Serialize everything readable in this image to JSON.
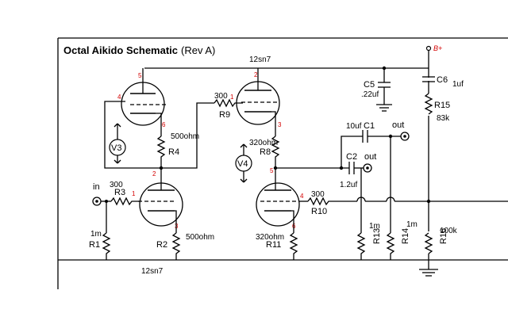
{
  "title": {
    "bold": "Octal Aikido Schematic",
    "rev": "(Rev A)"
  },
  "tube_type": {
    "top": "12sn7",
    "bottom": "12sn7"
  },
  "supply": {
    "label": "B+"
  },
  "ports": {
    "in": "in",
    "out1": "out",
    "out2": "out"
  },
  "resistors": {
    "R1": {
      "ref": "R1",
      "value": "1m"
    },
    "R2": {
      "ref": "R2",
      "value": "500ohm"
    },
    "R3": {
      "ref": "R3",
      "value": "300"
    },
    "R4": {
      "ref": "R4",
      "value": "500ohm"
    },
    "R8": {
      "ref": "R8",
      "value": "320ohm"
    },
    "R9": {
      "ref": "R9",
      "value": "300"
    },
    "R10": {
      "ref": "R10",
      "value": "300"
    },
    "R11": {
      "ref": "R11",
      "value": "320ohm"
    },
    "R13": {
      "ref": "R13",
      "value": "1m"
    },
    "R14": {
      "ref": "R14",
      "value": "1m"
    },
    "R15": {
      "ref": "R15",
      "value": "83k"
    },
    "R16": {
      "ref": "R16",
      "value": "100k"
    }
  },
  "capacitors": {
    "C1": {
      "ref": "C1",
      "value": "10uf"
    },
    "C2": {
      "ref": "C2",
      "value": "1.2uf"
    },
    "C5": {
      "ref": "C5",
      "value": ".22uf"
    },
    "C6": {
      "ref": "C6",
      "value": "1uf"
    }
  },
  "meters": {
    "V3": "V3",
    "V4": "V4"
  },
  "pins": {
    "t1_plate": "5",
    "t1_grid": "4",
    "t1_cathode": "6",
    "t2_plate": "2",
    "t2_grid": "1",
    "t2_cathode": "3",
    "t3_plate": "2",
    "t3_grid": "1",
    "t3_cathode": "3",
    "t4_plate": "5",
    "t4_grid": "4",
    "t4_cathode": "6"
  }
}
